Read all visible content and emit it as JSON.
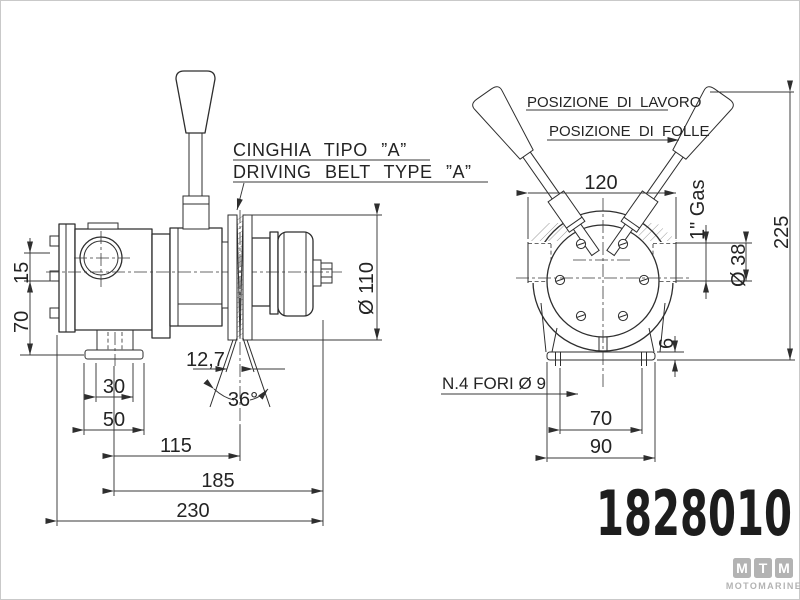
{
  "part_number": "1828010",
  "annotations": {
    "belt_it": "CINGHIA TIPO ”A”",
    "belt_en": "DRIVING BELT TYPE ”A”",
    "lever_work": "POSIZIONE DI LAVORO",
    "lever_neutral": "POSIZIONE DI FOLLE",
    "holes_note": "N.4 FORI Ø 9"
  },
  "side_view": {
    "dims": {
      "flange_gap": "15",
      "foot_height": "70",
      "pipe_width": "30",
      "foot_width": "50",
      "center_span": "115",
      "shaft_length": "185",
      "total_length": "230",
      "pulley_diameter": "Ø 110",
      "groove_width": "12,7",
      "groove_angle": "36°"
    }
  },
  "front_view": {
    "dims": {
      "port_span": "120",
      "port_thread": "1\" Gas",
      "port_diameter": "Ø 38",
      "total_height": "225",
      "base_thickness": "6",
      "hole_span": "70",
      "base_width": "90"
    }
  },
  "logo": {
    "letters": [
      "M",
      "T",
      "M"
    ],
    "subtitle": "MOTOMARINE"
  },
  "colors": {
    "line": "#2e2e2e",
    "logo_gray": "#b3b3b3",
    "part_number_color": "#1d1d1d"
  }
}
